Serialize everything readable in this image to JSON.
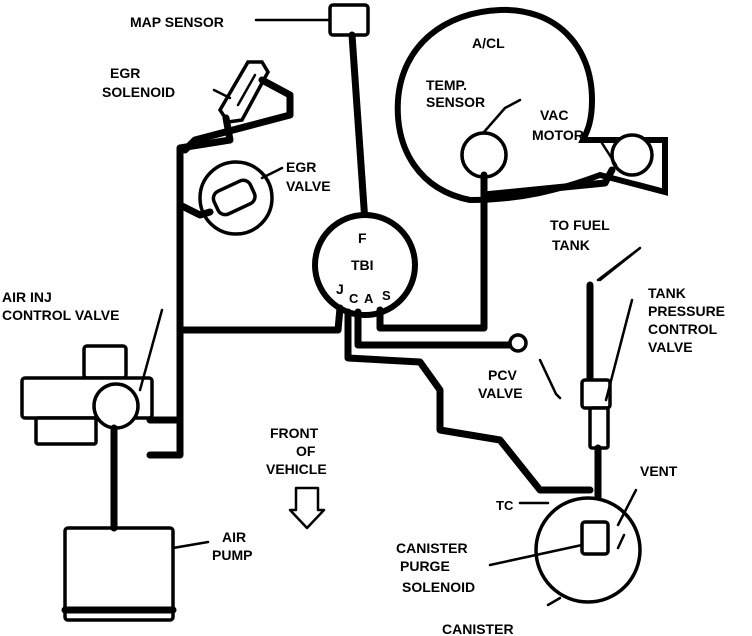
{
  "labels": {
    "map_sensor": "MAP SENSOR",
    "egr_solenoid_1": "EGR",
    "egr_solenoid_2": "SOLENOID",
    "egr_valve_1": "EGR",
    "egr_valve_2": "VALVE",
    "acl": "A/CL",
    "temp_sensor_1": "TEMP.",
    "temp_sensor_2": "SENSOR",
    "vac_motor_1": "VAC",
    "vac_motor_2": "MOTOR",
    "tbi": "TBI",
    "port_f": "F",
    "port_j": "J",
    "port_c": "C",
    "port_a": "A",
    "port_s": "S",
    "air_inj_1": "AIR INJ",
    "air_inj_2": "CONTROL VALVE",
    "to_fuel_tank_1": "TO FUEL",
    "to_fuel_tank_2": "TANK",
    "tank_pressure_1": "TANK",
    "tank_pressure_2": "PRESSURE",
    "tank_pressure_3": "CONTROL",
    "tank_pressure_4": "VALVE",
    "pcv_1": "PCV",
    "pcv_2": "VALVE",
    "front_1": "FRONT",
    "front_2": "OF",
    "front_3": "VEHICLE",
    "vent": "VENT",
    "air_pump_1": "AIR",
    "air_pump_2": "PUMP",
    "canister_purge_1": "CANISTER",
    "canister_purge_2": "PURGE",
    "canister_purge_3": "SOLENOID",
    "canister": "CANISTER",
    "tc": "TC"
  }
}
